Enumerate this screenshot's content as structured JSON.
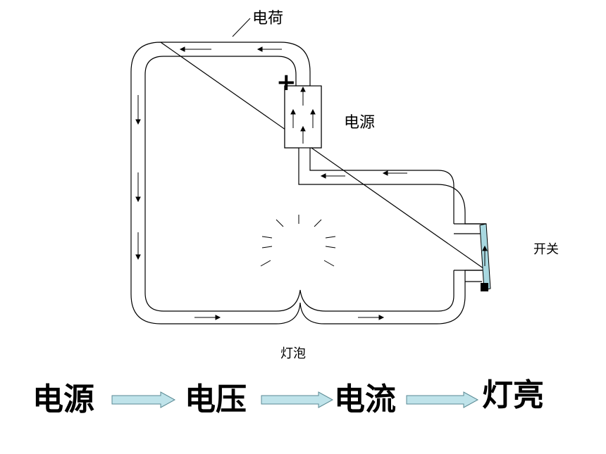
{
  "labels": {
    "charge": "电荷",
    "power_source": "电源",
    "switch": "开关",
    "bulb": "灯泡"
  },
  "plus_sign": "+",
  "chain": {
    "steps": [
      "电源",
      "电压",
      "电流",
      "灯亮"
    ]
  },
  "colors": {
    "wire_stroke": "#000000",
    "switch_fill": "#a8d8e0",
    "chain_arrow_fill": "#bfe3ea",
    "chain_arrow_stroke": "#5a8a94"
  }
}
